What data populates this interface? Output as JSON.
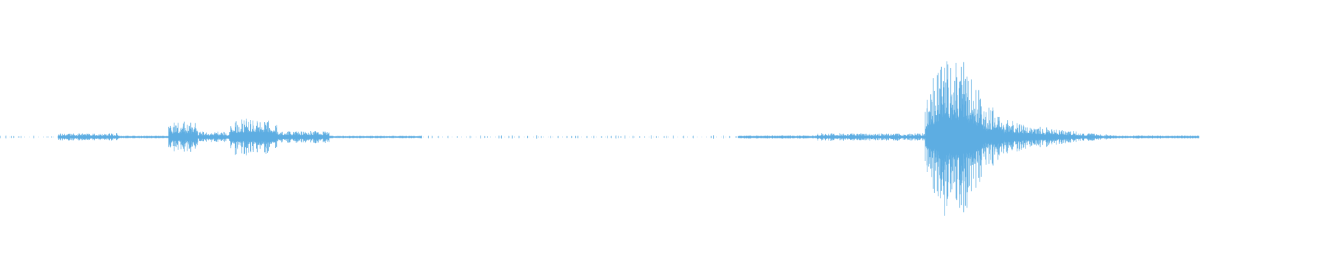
{
  "waveform": {
    "color": "#5dade2",
    "background": "#ffffff",
    "segments": [
      {
        "name": "leading-silence",
        "start": 0.0,
        "end": 0.044,
        "amp": 0.004,
        "style": "dots"
      },
      {
        "name": "low-rumble-1",
        "start": 0.044,
        "end": 0.09,
        "amp": 0.04,
        "style": "dense"
      },
      {
        "name": "low-rumble-2",
        "start": 0.09,
        "end": 0.128,
        "amp": 0.012,
        "style": "dense"
      },
      {
        "name": "burst-1",
        "start": 0.128,
        "end": 0.15,
        "amp": 0.17,
        "style": "dense"
      },
      {
        "name": "rumble-3",
        "start": 0.15,
        "end": 0.175,
        "amp": 0.06,
        "style": "dense"
      },
      {
        "name": "burst-2",
        "start": 0.175,
        "end": 0.21,
        "amp": 0.22,
        "style": "dense"
      },
      {
        "name": "rumble-4",
        "start": 0.21,
        "end": 0.25,
        "amp": 0.07,
        "style": "dense"
      },
      {
        "name": "fade-1",
        "start": 0.25,
        "end": 0.32,
        "amp": 0.01,
        "style": "dense"
      },
      {
        "name": "sparse-noise-1",
        "start": 0.32,
        "end": 0.56,
        "amp": 0.006,
        "style": "dots"
      },
      {
        "name": "low-rumble-5",
        "start": 0.56,
        "end": 0.62,
        "amp": 0.015,
        "style": "dense"
      },
      {
        "name": "low-rumble-6",
        "start": 0.62,
        "end": 0.65,
        "amp": 0.045,
        "style": "dense"
      },
      {
        "name": "low-rumble-7",
        "start": 0.65,
        "end": 0.702,
        "amp": 0.04,
        "style": "dense"
      },
      {
        "name": "main-burst",
        "start": 0.702,
        "end": 0.76,
        "amp": 0.98,
        "style": "burst"
      },
      {
        "name": "main-decay",
        "start": 0.76,
        "end": 0.86,
        "amp": 0.2,
        "style": "decay"
      },
      {
        "name": "tail",
        "start": 0.86,
        "end": 0.91,
        "amp": 0.015,
        "style": "dense"
      }
    ]
  }
}
